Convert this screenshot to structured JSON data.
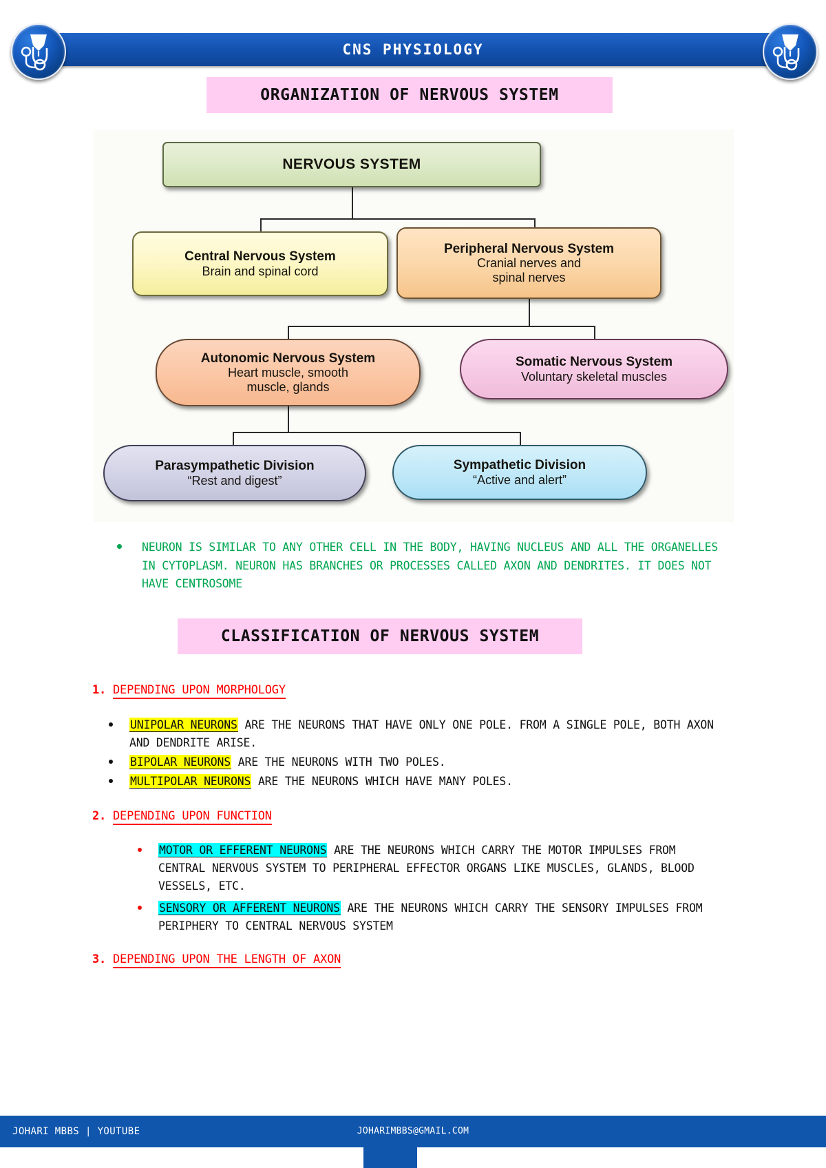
{
  "header": {
    "title": "CNS PHYSIOLOGY",
    "left_icon": "stethoscope-icon",
    "right_icon": "stethoscope-icon",
    "bar_color": "#1452b0"
  },
  "banners": {
    "organization": "ORGANIZATION OF NERVOUS SYSTEM",
    "classification": "CLASSIFICATION OF NERVOUS SYSTEM",
    "color": "#ffccf2"
  },
  "diagram": {
    "nodes": {
      "nervous_system": {
        "title": "NERVOUS SYSTEM",
        "subtitle": "",
        "color": "#dce9c6"
      },
      "cns": {
        "title": "Central Nervous System",
        "subtitle": "Brain and spinal cord",
        "color": "#fdf7c6"
      },
      "pns": {
        "title": "Peripheral Nervous System",
        "subtitle": "Cranial nerves and\nspinal nerves",
        "subtitle_line1": "Cranial nerves and",
        "subtitle_line2": "spinal nerves",
        "color": "#fbd6a8"
      },
      "ans": {
        "title": "Autonomic Nervous System",
        "subtitle_line1": "Heart muscle, smooth",
        "subtitle_line2": "muscle, glands",
        "color": "#fbc6a4"
      },
      "sns": {
        "title": "Somatic Nervous System",
        "subtitle": "Voluntary skeletal muscles",
        "color": "#f6c9e4"
      },
      "parasympathetic": {
        "title": "Parasympathetic Division",
        "subtitle": "“Rest and digest”",
        "color": "#d2d2e6"
      },
      "sympathetic": {
        "title": "Sympathetic Division",
        "subtitle": "“Active and alert”",
        "color": "#bfe8f8"
      }
    }
  },
  "neuron_note": {
    "text": "NEURON IS SIMILAR TO ANY OTHER CELL IN THE BODY, HAVING NUCLEUS AND ALL THE ORGANELLES IN CYTOPLASM. NEURON HAS BRANCHES OR PROCESSES CALLED AXON AND DENDRITES. IT DOES NOT HAVE CENTROSOME",
    "color": "#00a651"
  },
  "sections": [
    {
      "index": "1.",
      "heading": "DEPENDING UPON MORPHOLOGY",
      "bullets": [
        {
          "highlight": "UNIPOLAR NEURONS",
          "highlight_color": "yellow",
          "rest": " ARE THE NEURONS THAT HAVE ONLY ONE POLE. FROM A SINGLE POLE, BOTH AXON AND DENDRITE ARISE."
        },
        {
          "highlight": "BIPOLAR NEURONS",
          "highlight_color": "yellow",
          "rest": " ARE THE NEURONS WITH TWO POLES."
        },
        {
          "highlight": "MULTIPOLAR NEURONS",
          "highlight_color": "yellow",
          "rest": " ARE THE NEURONS WHICH HAVE MANY POLES."
        }
      ]
    },
    {
      "index": "2.",
      "heading": "DEPENDING UPON FUNCTION",
      "bullets": [
        {
          "highlight": "MOTOR OR EFFERENT NEURONS",
          "highlight_color": "cyan",
          "rest": " ARE THE NEURONS WHICH CARRY THE MOTOR IMPULSES FROM CENTRAL NERVOUS SYSTEM TO PERIPHERAL EFFECTOR ORGANS LIKE MUSCLES, GLANDS, BLOOD VESSELS, ETC."
        },
        {
          "highlight": "SENSORY OR AFFERENT NEURONS",
          "highlight_color": "cyan",
          "rest": " ARE THE NEURONS WHICH CARRY THE SENSORY IMPULSES FROM PERIPHERY TO CENTRAL NERVOUS SYSTEM"
        }
      ]
    },
    {
      "index": "3.",
      "heading": "DEPENDING UPON THE LENGTH OF AXON",
      "bullets": []
    }
  ],
  "footer": {
    "left": "JOHARI MBBS | YOUTUBE",
    "right": "JOHARIMBBS@GMAIL.COM",
    "bar_color": "#1056ac"
  }
}
